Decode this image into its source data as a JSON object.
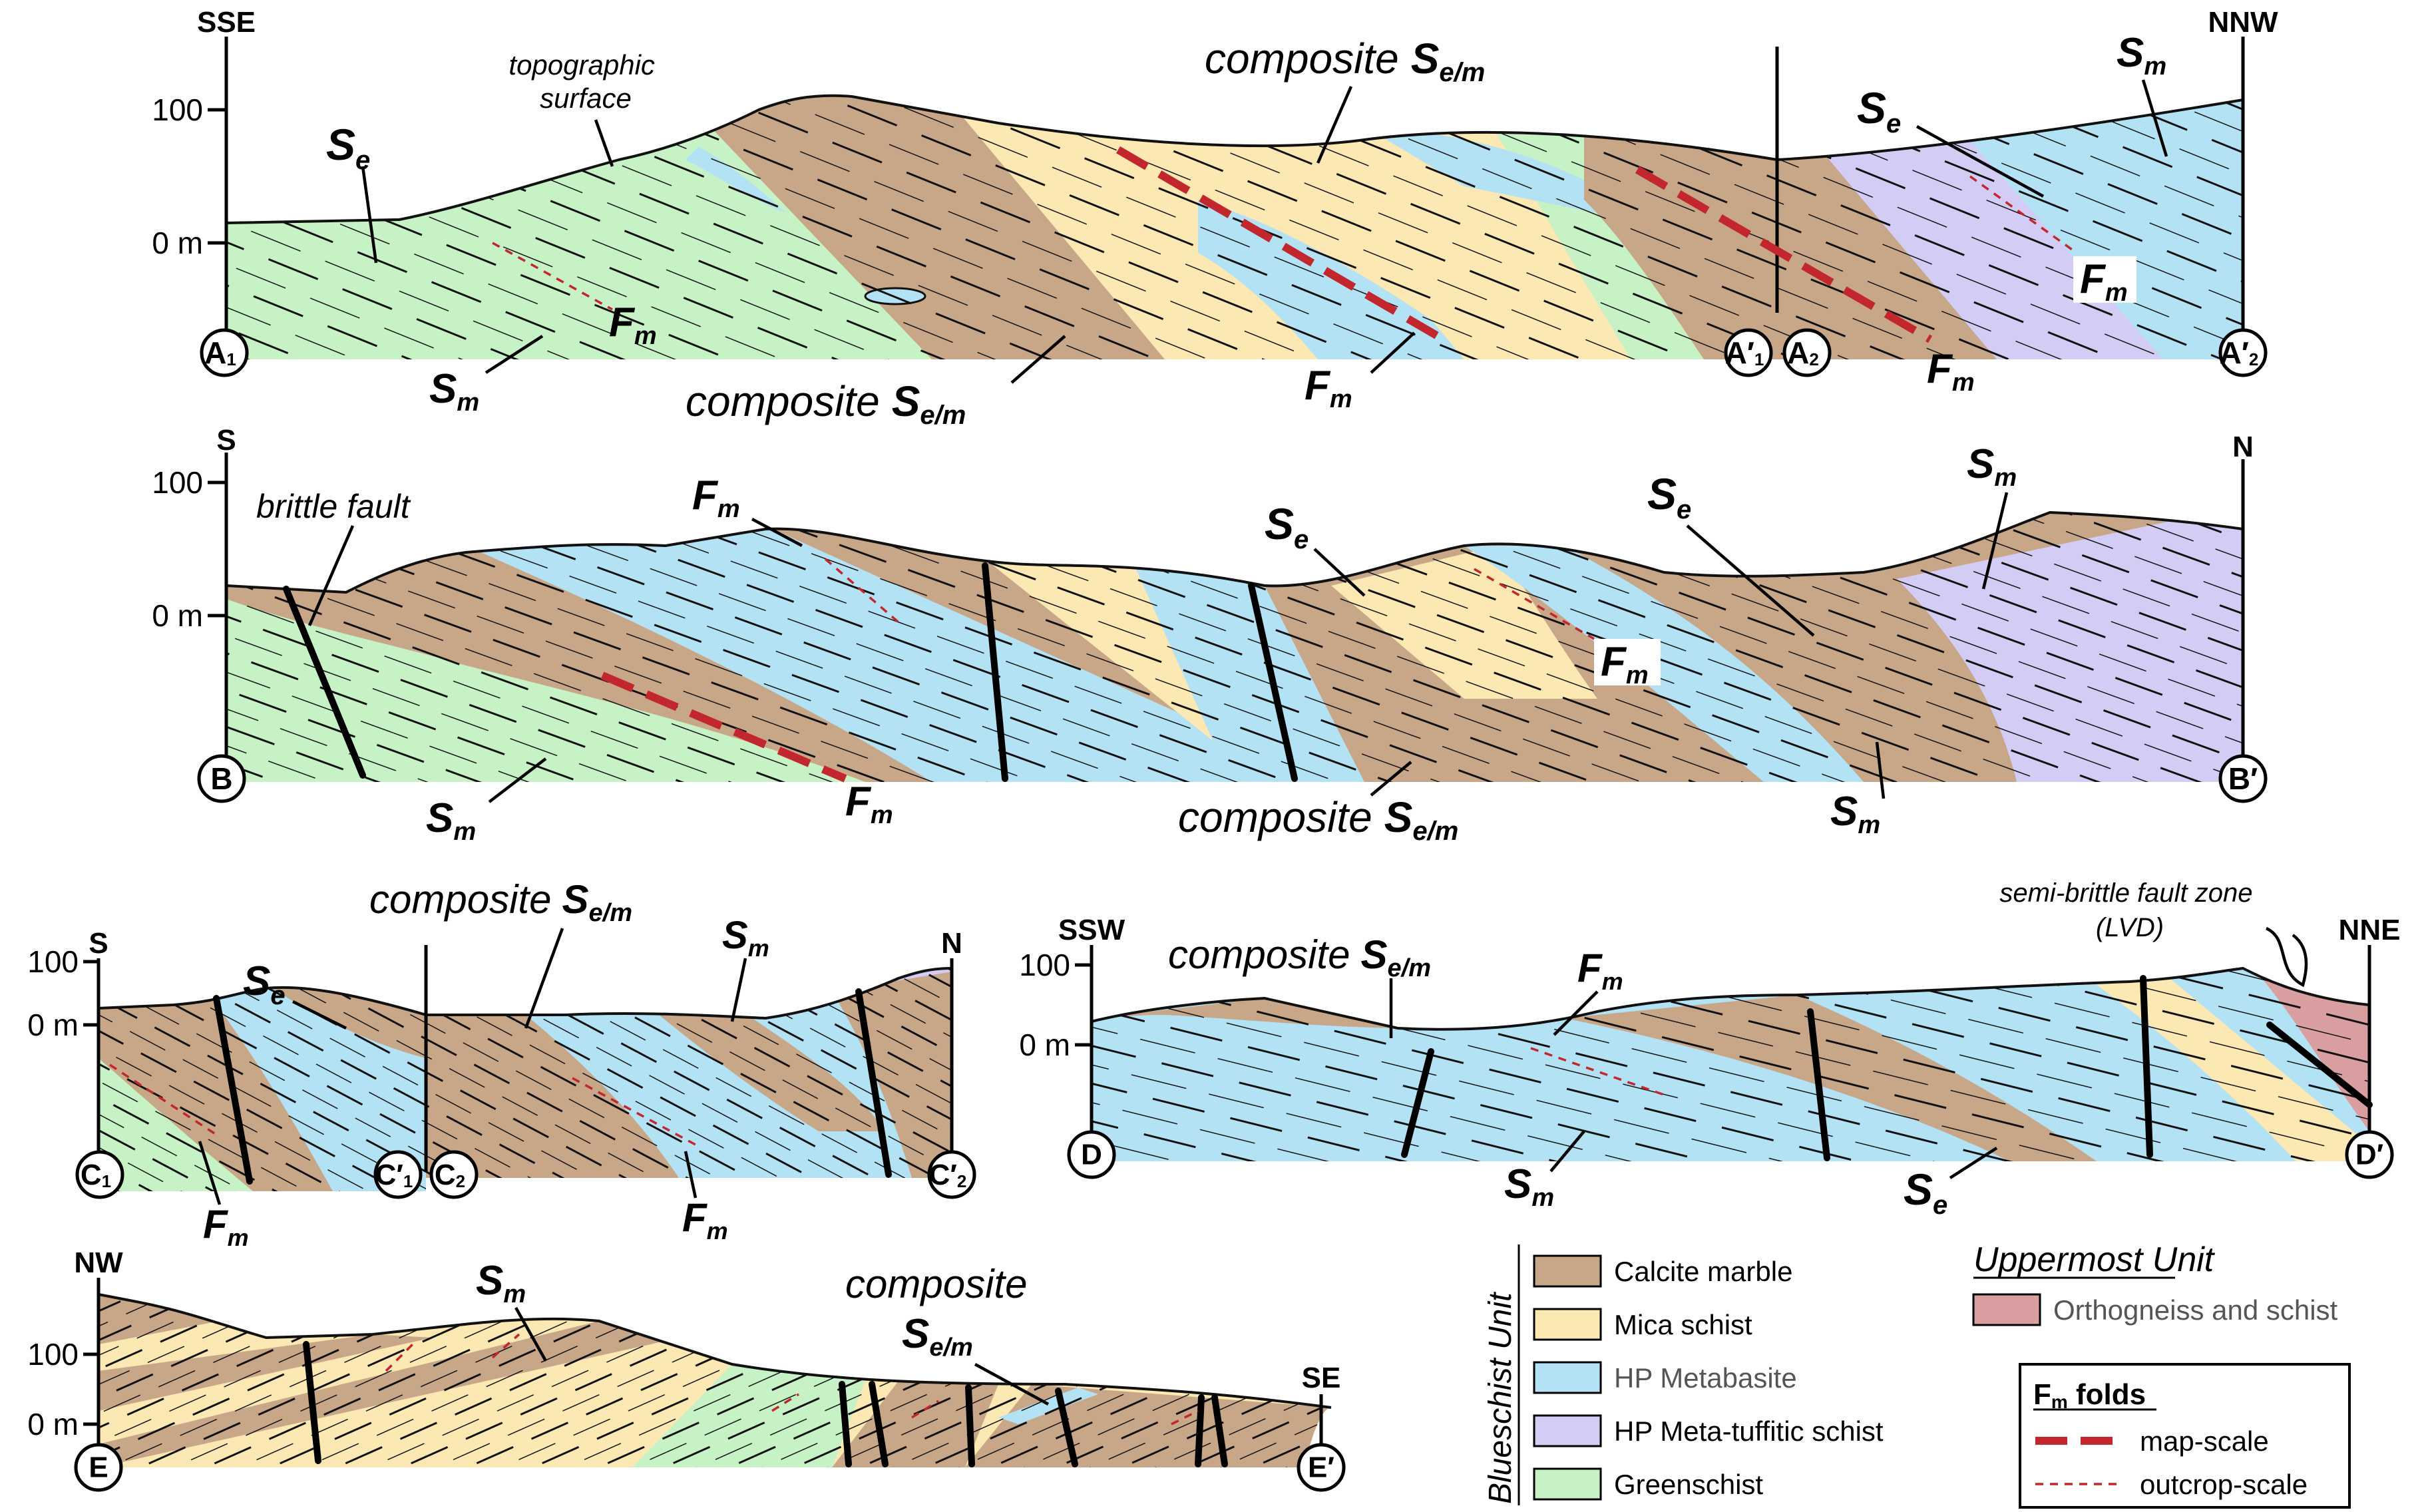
{
  "colors": {
    "calcite_marble": "#c8a789",
    "mica_schist": "#fbe8b2",
    "hp_metabasite": "#b3e2f5",
    "hp_meta_tuffitic_schist": "#d3cdf6",
    "greenschist": "#c7f2c6",
    "orthogneiss_and_schist": "#d99ea0",
    "fold_red": "#c1272d"
  },
  "axis": {
    "tick_100": "100",
    "tick_0": "0 m"
  },
  "symbols": {
    "se_main": "S",
    "se_sub": "e",
    "sm_main": "S",
    "sm_sub": "m",
    "fm_main": "F",
    "fm_sub": "m",
    "composite": "composite",
    "sem_main": "S",
    "sem_sub": "e/m"
  },
  "sections": {
    "A": {
      "dir_left": "SSE",
      "dir_right": "NNW",
      "annotation_topo": "topographic surface",
      "annotation_topo_l1": "topographic",
      "annotation_topo_l2": "surface",
      "endpoints": [
        "A",
        "A′",
        "A",
        "A′"
      ],
      "endpoint_subs": [
        "1",
        "1",
        "2",
        "2"
      ]
    },
    "B": {
      "dir_left": "S",
      "dir_right": "N",
      "annotation_fault": "brittle fault",
      "endpoints": [
        "B",
        "B′"
      ]
    },
    "C": {
      "dir_left": "S",
      "dir_right": "N",
      "endpoints": [
        "C",
        "C′",
        "C",
        "C′"
      ],
      "endpoint_subs": [
        "1",
        "1",
        "2",
        "2"
      ]
    },
    "D": {
      "dir_left": "SSW",
      "dir_right": "NNE",
      "annotation_fault_l1": "semi-brittle fault zone",
      "annotation_fault_l2": "(LVD)",
      "endpoints": [
        "D",
        "D′"
      ]
    },
    "E": {
      "dir_left": "NW",
      "dir_right": "SE",
      "endpoints": [
        "E",
        "E′"
      ]
    }
  },
  "legend": {
    "group_label": "Blueschist Unit",
    "items": [
      {
        "label": "Calcite marble",
        "color": "#c8a789"
      },
      {
        "label": "Mica schist",
        "color": "#fbe8b2"
      },
      {
        "label": "HP Metabasite",
        "color": "#b3e2f5"
      },
      {
        "label": "HP Meta-tuffitic schist",
        "color": "#d3cdf6"
      },
      {
        "label": "Greenschist",
        "color": "#c7f2c6"
      }
    ],
    "uppermost_title": "Uppermost Unit",
    "uppermost_item": {
      "label": "Orthogneiss and schist",
      "color": "#d99ea0"
    },
    "folds_title_main": "F",
    "folds_title_sub": "m",
    "folds_title_rest": " folds",
    "map_scale": "map-scale",
    "outcrop_scale": "outcrop-scale"
  }
}
